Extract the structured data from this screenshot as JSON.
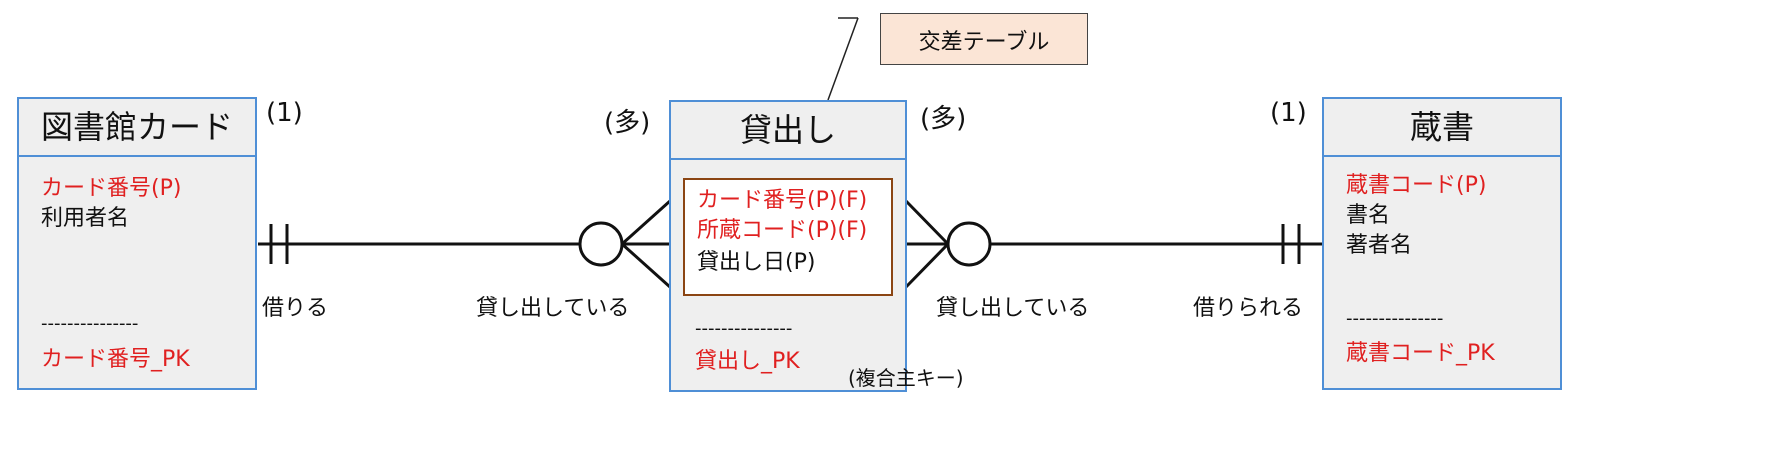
{
  "callout": {
    "text": "交差テーブル",
    "fill": "#fbe5d6"
  },
  "entities": {
    "library_card": {
      "title": "図書館カード",
      "attrs": [
        {
          "text": "カード番号(P)",
          "color": "#e02020"
        },
        {
          "text": "利用者名",
          "color": "#111111"
        }
      ],
      "separator": "---------------",
      "pk": "カード番号_PK"
    },
    "loan": {
      "title": "貸出し",
      "attrs": [
        {
          "text": "カード番号(P)(F)",
          "color": "#e02020"
        },
        {
          "text": "所蔵コード(P)(F)",
          "color": "#e02020"
        },
        {
          "text": "貸出し日(P)",
          "color": "#111111"
        }
      ],
      "separator": "---------------",
      "pk": "貸出し_PK",
      "pk_note": "(複合主キー)"
    },
    "collection": {
      "title": "蔵書",
      "attrs": [
        {
          "text": "蔵書コード(P)",
          "color": "#e02020"
        },
        {
          "text": "書名",
          "color": "#111111"
        },
        {
          "text": "著者名",
          "color": "#111111"
        }
      ],
      "separator": "---------------",
      "pk": "蔵書コード_PK"
    }
  },
  "cardinalities": {
    "card_side": "(1)",
    "loan_left": "(多)",
    "loan_right": "(多)",
    "collection_side": "(1)"
  },
  "relationship_labels": {
    "borrows": "借りる",
    "lending_left": "貸し出している",
    "lending_right": "貸し出している",
    "is_borrowed": "借りられる"
  },
  "colors": {
    "entity_border": "#4f8fd6",
    "entity_fill": "#efefef",
    "pk_key_red": "#e02020",
    "composite_box": "#8b4513"
  }
}
